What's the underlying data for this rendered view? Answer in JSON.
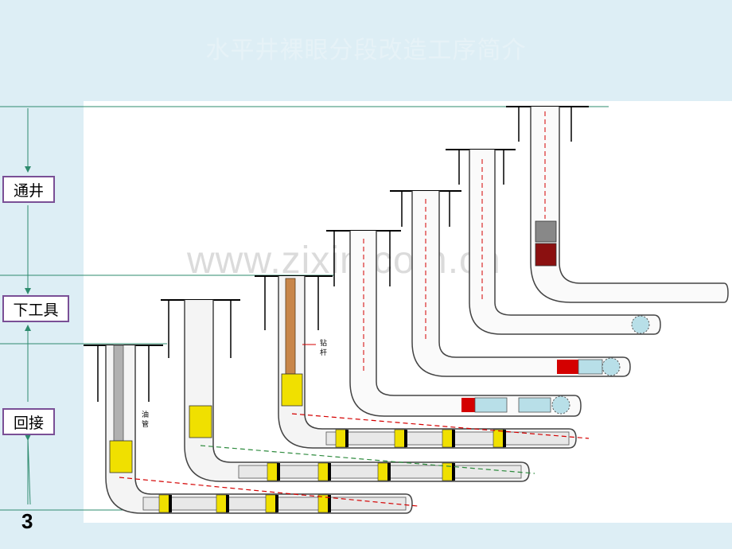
{
  "title": "水平井裸眼分段改造工序简介",
  "stages": [
    {
      "label": "通井"
    },
    {
      "label": "下工具"
    },
    {
      "label": "回接"
    }
  ],
  "annotations": {
    "tubing": [
      "油",
      "管"
    ],
    "drill_pipe": [
      "钻",
      "杆"
    ]
  },
  "slide_number": "3",
  "watermark": "www.zixin.com.cn",
  "colors": {
    "background": "#ddeef5",
    "stage_border": "#7a4f96",
    "guide_line": "#2e8b6e",
    "packer_yellow": "#f0e000",
    "red": "#d40000",
    "tool_blue": "#b8dfe8"
  }
}
